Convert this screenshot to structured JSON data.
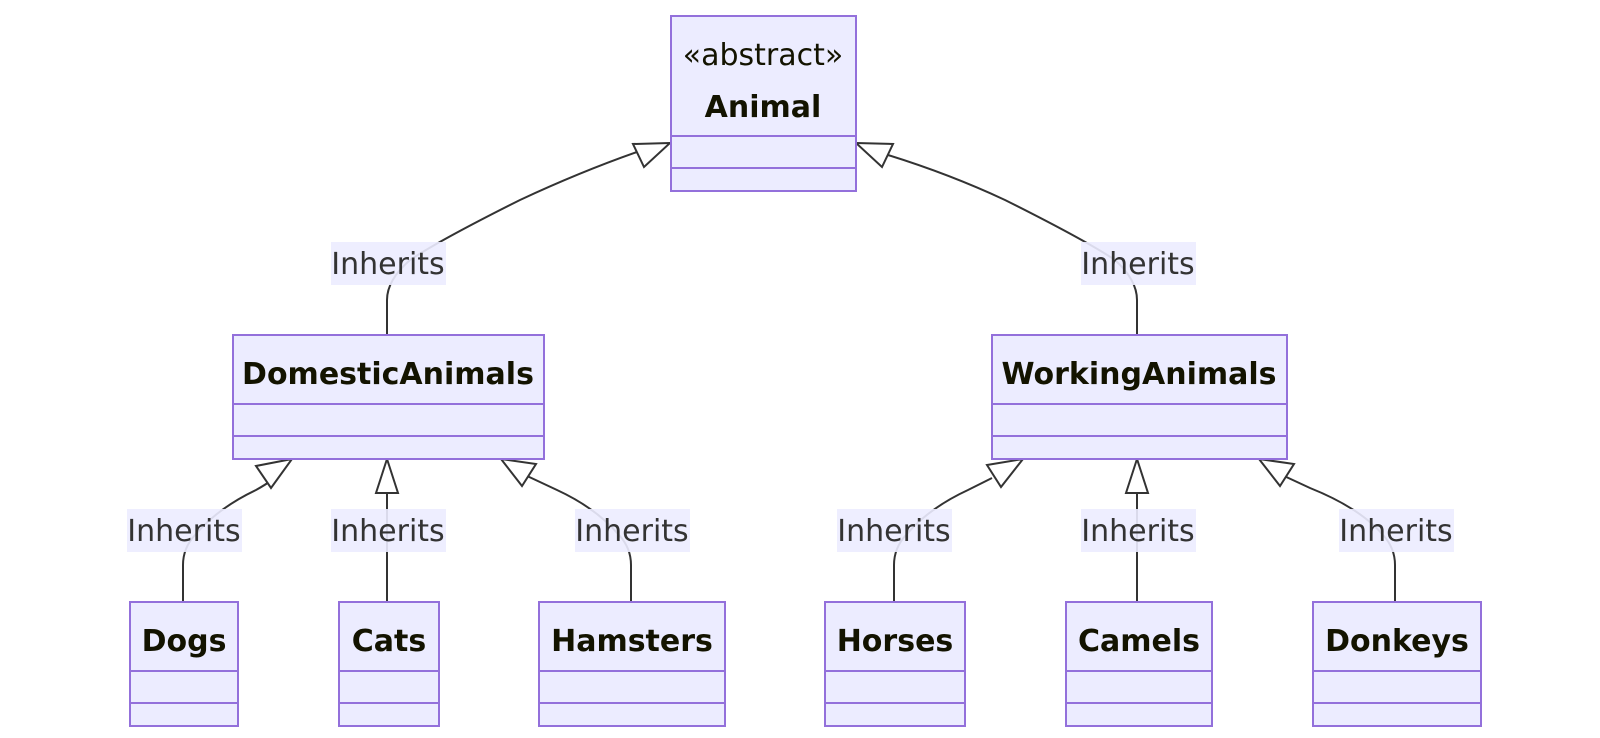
{
  "diagram": {
    "type": "class-diagram",
    "colors": {
      "class_fill": "#ececff",
      "class_stroke": "#9370db",
      "edge": "#333333",
      "text": "#131300"
    },
    "classes": {
      "animal": {
        "stereotype": "«abstract»",
        "name": "Animal"
      },
      "domestic": {
        "name": "DomesticAnimals"
      },
      "working": {
        "name": "WorkingAnimals"
      },
      "dogs": {
        "name": "Dogs"
      },
      "cats": {
        "name": "Cats"
      },
      "hamsters": {
        "name": "Hamsters"
      },
      "horses": {
        "name": "Horses"
      },
      "camels": {
        "name": "Camels"
      },
      "donkeys": {
        "name": "Donkeys"
      }
    },
    "relations": [
      {
        "from": "domestic",
        "to": "animal",
        "kind": "inheritance",
        "label": "Inherits"
      },
      {
        "from": "working",
        "to": "animal",
        "kind": "inheritance",
        "label": "Inherits"
      },
      {
        "from": "dogs",
        "to": "domestic",
        "kind": "inheritance",
        "label": "Inherits"
      },
      {
        "from": "cats",
        "to": "domestic",
        "kind": "inheritance",
        "label": "Inherits"
      },
      {
        "from": "hamsters",
        "to": "domestic",
        "kind": "inheritance",
        "label": "Inherits"
      },
      {
        "from": "horses",
        "to": "working",
        "kind": "inheritance",
        "label": "Inherits"
      },
      {
        "from": "camels",
        "to": "working",
        "kind": "inheritance",
        "label": "Inherits"
      },
      {
        "from": "donkeys",
        "to": "working",
        "kind": "inheritance",
        "label": "Inherits"
      }
    ]
  }
}
